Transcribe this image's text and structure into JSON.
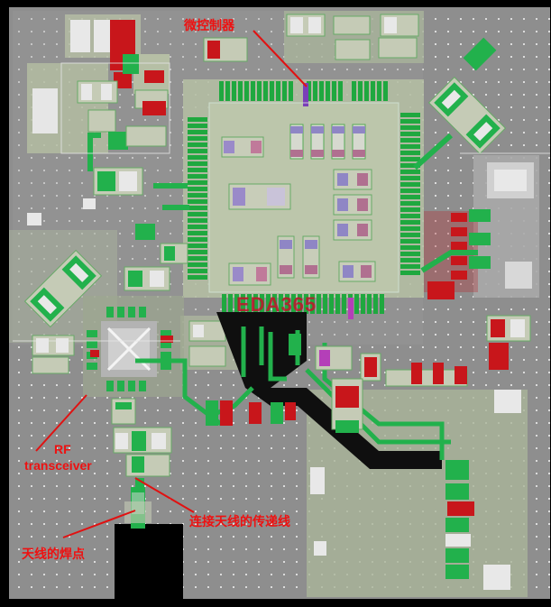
{
  "annotations": {
    "mcu": "微控制器",
    "rf_line1": "RF",
    "rf_line2": "transceiver",
    "feedline": "连接天线的传递线",
    "pad": "天线的焊点"
  },
  "watermark": "EDA365",
  "colors": {
    "background": "#8c8c8c",
    "board_light": "#b9c3a8",
    "copper_green": "#22b14c",
    "pad_red": "#d2151b",
    "annotation": "#e11111",
    "keepout": "#000000"
  }
}
